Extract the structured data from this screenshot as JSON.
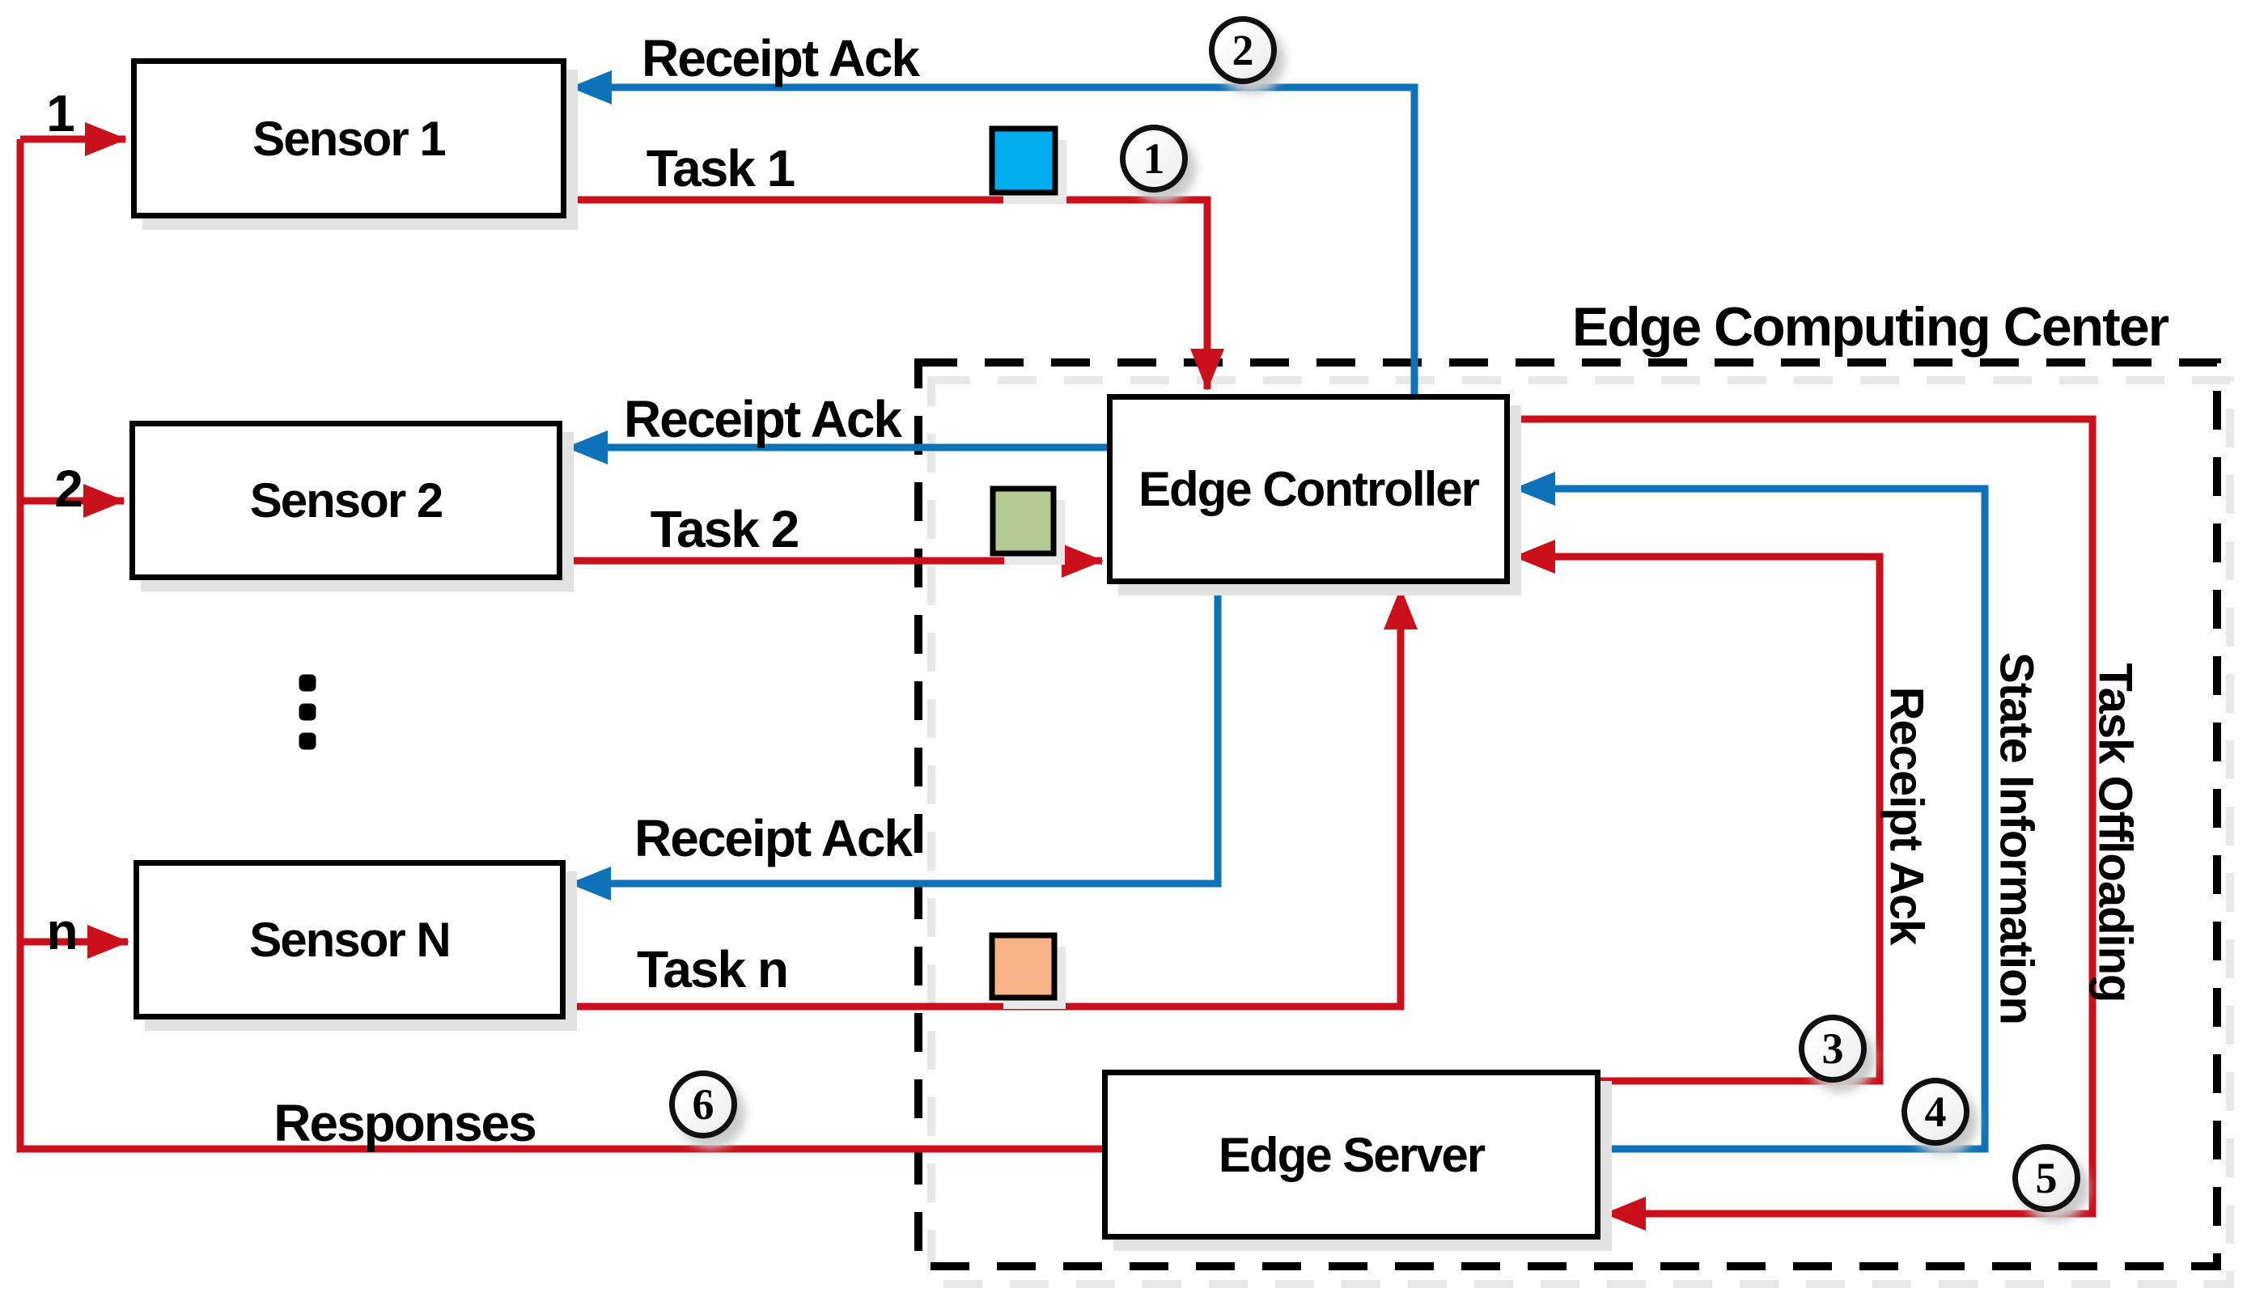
{
  "title": "Edge Computing Center",
  "colors": {
    "line_red": "#C9101B",
    "line_blue": "#0E72B8",
    "square_blue": "#00AEEF",
    "square_green": "#B5CA92",
    "square_orange": "#F9B287"
  },
  "nodes": {
    "sensor1": "Sensor 1",
    "sensor2": "Sensor 2",
    "sensorN": "Sensor N",
    "controller": "Edge Controller",
    "server": "Edge Server"
  },
  "left_indices": {
    "s1": "1",
    "s2": "2",
    "sn": "n"
  },
  "edge_labels": {
    "receipt_ack_1": "Receipt Ack",
    "task_1": "Task 1",
    "receipt_ack_2": "Receipt Ack",
    "task_2": "Task 2",
    "receipt_ack_n": "Receipt Ack",
    "task_n": "Task n",
    "responses": "Responses",
    "receipt_ack_server": "Receipt Ack",
    "state_information": "State Information",
    "task_offloading": "Task Offloading"
  },
  "steps": {
    "s1": "1",
    "s2": "2",
    "s3": "3",
    "s4": "4",
    "s5": "5",
    "s6": "6"
  }
}
